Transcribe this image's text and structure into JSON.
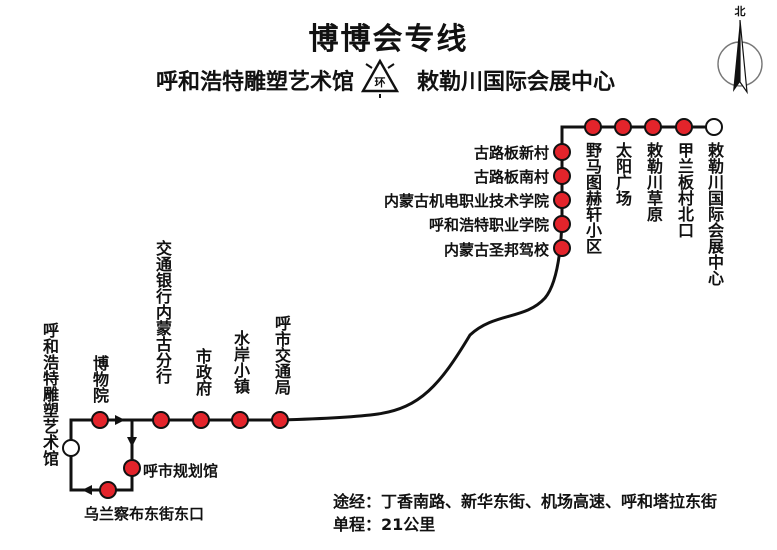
{
  "title": "博博会专线",
  "terminal_from": "呼和浩特雕塑艺术馆",
  "terminal_to": "敕勒川国际会展中心",
  "ring_label": "环",
  "compass_label": "北",
  "stops": [
    {
      "id": "s1",
      "name": "呼和浩特雕塑艺术馆",
      "terminal": true
    },
    {
      "id": "s2",
      "name": "博物院"
    },
    {
      "id": "s3",
      "name": "呼市规划馆"
    },
    {
      "id": "s4",
      "name": "乌兰察布东街东口"
    },
    {
      "id": "s5",
      "name": "交通银行内蒙古分行"
    },
    {
      "id": "s6",
      "name": "市政府"
    },
    {
      "id": "s7",
      "name": "水岸小镇"
    },
    {
      "id": "s8",
      "name": "呼市交通局"
    },
    {
      "id": "s9",
      "name": "内蒙古圣邦驾校"
    },
    {
      "id": "s10",
      "name": "呼和浩特职业学院"
    },
    {
      "id": "s11",
      "name": "内蒙古机电职业技术学院"
    },
    {
      "id": "s12",
      "name": "古路板南村"
    },
    {
      "id": "s13",
      "name": "古路板新村"
    },
    {
      "id": "s14",
      "name": "野马图赫轩小区"
    },
    {
      "id": "s15",
      "name": "太阳广场"
    },
    {
      "id": "s16",
      "name": "敕勒川草原"
    },
    {
      "id": "s17",
      "name": "甲兰板村北口"
    },
    {
      "id": "s18",
      "name": "敕勒川国际会展中心",
      "terminal": true
    }
  ],
  "route_info": {
    "via": "途经：丁香南路、新华东街、机场高速、呼和塔拉东街",
    "distance": "单程：21公里"
  },
  "colors": {
    "stop_fill": "#e3242b",
    "terminal_fill": "#ffffff",
    "line": "#111111"
  }
}
